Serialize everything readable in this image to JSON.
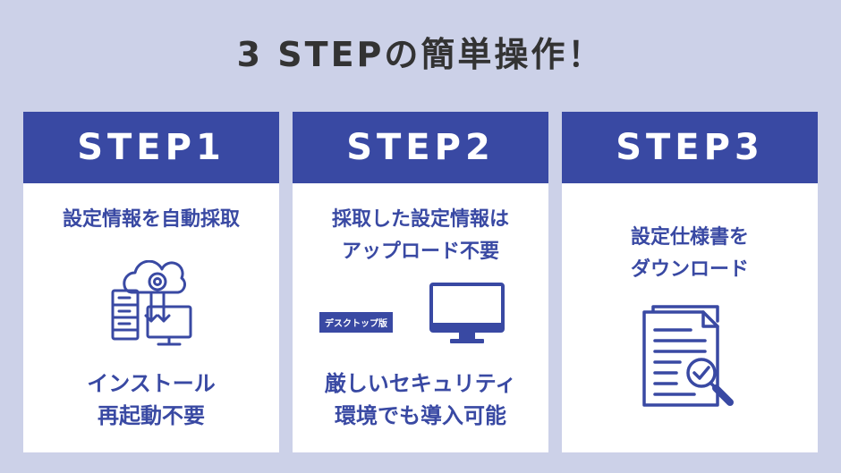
{
  "title": "3 STEPの簡単操作！",
  "colors": {
    "background": "#ccd1e8",
    "accent": "#3949a3",
    "card": "#ffffff",
    "title_text": "#333333"
  },
  "steps": [
    {
      "label": "STEP1",
      "heading": [
        "設定情報を自動採取"
      ],
      "icon": "server-cloud-monitor-icon",
      "footer": [
        "インストール",
        "再起動不要"
      ]
    },
    {
      "label": "STEP2",
      "heading": [
        "採取した設定情報は",
        "アップロード不要"
      ],
      "icon": "desktop-monitor-icon",
      "badge": "デスクトップ版",
      "footer": [
        "厳しいセキュリティ",
        "環境でも導入可能"
      ]
    },
    {
      "label": "STEP3",
      "heading": [
        "設定仕様書を",
        "ダウンロード"
      ],
      "icon": "document-magnifier-check-icon"
    }
  ]
}
